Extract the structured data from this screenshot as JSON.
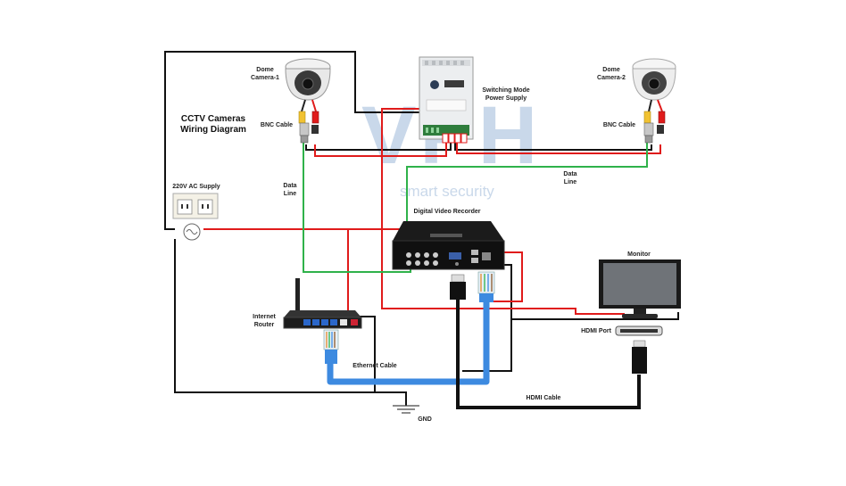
{
  "title": {
    "line1": "CCTV Cameras",
    "line2": "Wiring Diagram"
  },
  "labels": {
    "dome_camera_1": {
      "line1": "Dome",
      "line2": "Camera-1"
    },
    "dome_camera_2": {
      "line1": "Dome",
      "line2": "Camera-2"
    },
    "power_supply": {
      "line1": "Switching Mode",
      "line2": "Power Supply"
    },
    "bnc_cable_left": "BNC Cable",
    "bnc_cable_right": "BNC Cable",
    "data_line_left": {
      "line1": "Data",
      "line2": "Line"
    },
    "data_line_right": {
      "line1": "Data",
      "line2": "Line"
    },
    "ac_supply": "220V AC Supply",
    "dvr": "Digital Video Recorder",
    "monitor": "Monitor",
    "hdmi_port": "HDMI Port",
    "internet_router": {
      "line1": "Internet",
      "line2": "Router"
    },
    "ethernet_cable": "Ethernet Cable",
    "hdmi_cable": "HDMI Cable",
    "gnd": "GND"
  },
  "watermark": {
    "logo": "VPH",
    "tagline": "smart security"
  },
  "colors": {
    "power_wire": "#e01b1b",
    "ground_wire": "#111111",
    "data_line": "#2fb24a",
    "ethernet": "#3d8ae0",
    "hdmi": "#111111",
    "watermark": "#c9d8ea"
  },
  "icons": [
    "dome-camera-icon",
    "power-supply-icon",
    "bnc-connector-icon",
    "ac-socket-icon",
    "dvr-icon",
    "monitor-icon",
    "router-icon",
    "rj45-connector-icon",
    "hdmi-connector-icon",
    "ground-symbol-icon"
  ]
}
